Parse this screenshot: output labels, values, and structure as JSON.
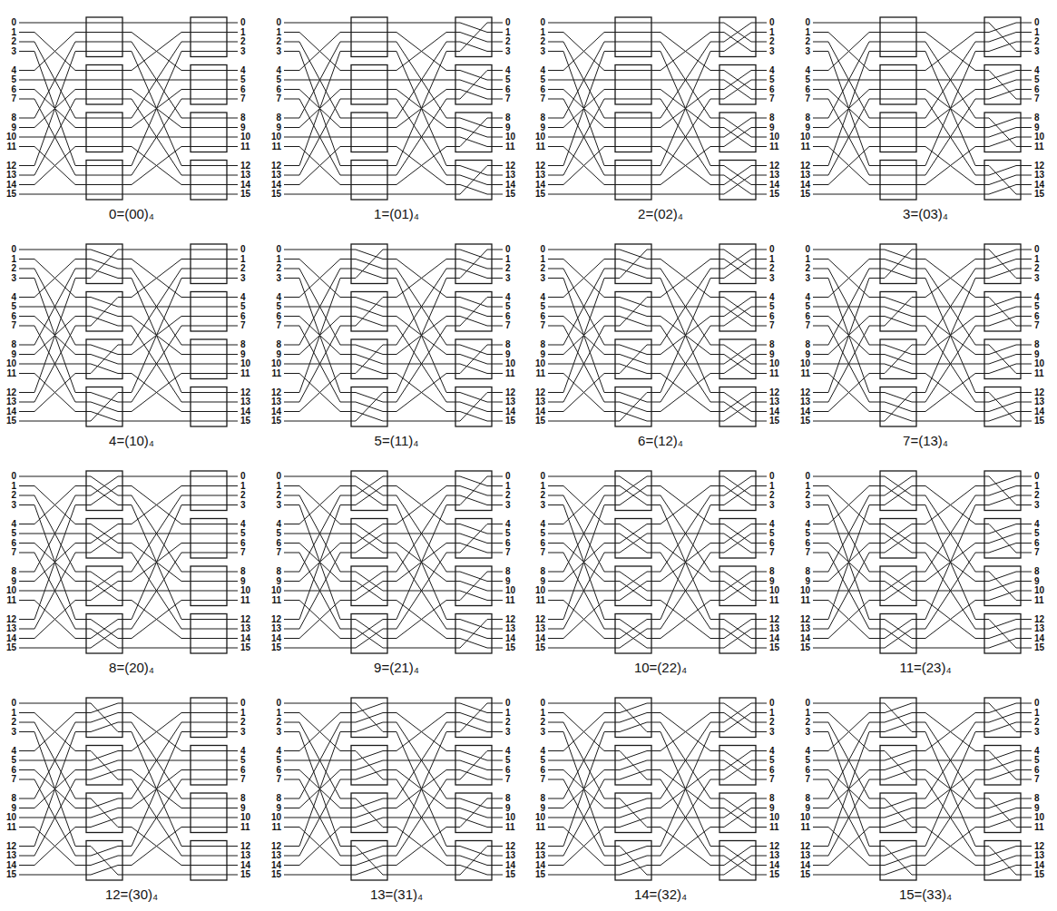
{
  "diagram": {
    "labels": [
      "0",
      "1",
      "2",
      "3",
      "4",
      "5",
      "6",
      "7",
      "8",
      "9",
      "10",
      "11",
      "12",
      "13",
      "14",
      "15",
      "0",
      "1",
      "2",
      "3",
      "4",
      "5",
      "6",
      "7",
      "8",
      "9",
      "10",
      "11",
      "12",
      "13",
      "14",
      "15",
      "0=(00)₄",
      "0",
      "1",
      "2",
      "3",
      "4",
      "5",
      "6",
      "7",
      "8",
      "9",
      "10",
      "11",
      "12",
      "13",
      "14",
      "15",
      "0",
      "1",
      "2",
      "3",
      "4",
      "5",
      "6",
      "7",
      "8",
      "9",
      "10",
      "11",
      "12",
      "13",
      "14",
      "15",
      "1=(01)₄",
      "0",
      "1",
      "2",
      "3",
      "4",
      "5",
      "6",
      "7",
      "8",
      "9",
      "10",
      "11",
      "12",
      "13",
      "14",
      "15",
      "0",
      "1",
      "2",
      "3",
      "4",
      "5",
      "6",
      "7",
      "8",
      "9",
      "10",
      "11",
      "12",
      "13",
      "14",
      "15",
      "2=(02)₄",
      "0",
      "1",
      "2",
      "3",
      "4",
      "5",
      "6",
      "7",
      "8",
      "9",
      "10",
      "11",
      "12",
      "13",
      "14",
      "15",
      "0",
      "1",
      "2",
      "3",
      "4",
      "5",
      "6",
      "7",
      "8",
      "9",
      "10",
      "11",
      "12",
      "13",
      "14",
      "15",
      "3=(03)₄",
      "0",
      "1",
      "2",
      "3",
      "4",
      "5",
      "6",
      "7",
      "8",
      "9",
      "10",
      "11",
      "12",
      "13",
      "14",
      "15",
      "0",
      "1",
      "2",
      "3",
      "4",
      "5",
      "6",
      "7",
      "8",
      "9",
      "10",
      "11",
      "12",
      "13",
      "14",
      "15",
      "4=(10)₄",
      "0",
      "1",
      "2",
      "3",
      "4",
      "5",
      "6",
      "7",
      "8",
      "9",
      "10",
      "11",
      "12",
      "13",
      "14",
      "15",
      "0",
      "1",
      "2",
      "3",
      "4",
      "5",
      "6",
      "7",
      "8",
      "9",
      "10",
      "11",
      "12",
      "13",
      "14",
      "15",
      "5=(11)₄",
      "0",
      "1",
      "2",
      "3",
      "4",
      "5",
      "6",
      "7",
      "8",
      "9",
      "10",
      "11",
      "12",
      "13",
      "14",
      "15",
      "0",
      "1",
      "2",
      "3",
      "4",
      "5",
      "6",
      "7",
      "8",
      "9",
      "10",
      "11",
      "12",
      "13",
      "14",
      "15",
      "6=(12)₄",
      "0",
      "1",
      "2",
      "3",
      "4",
      "5",
      "6",
      "7",
      "8",
      "9",
      "10",
      "11",
      "12",
      "13",
      "14",
      "15",
      "0",
      "1",
      "2",
      "3",
      "4",
      "5",
      "6",
      "7",
      "8",
      "9",
      "10",
      "11",
      "12",
      "13",
      "14",
      "15",
      "7=(13)₄",
      "0",
      "1",
      "2",
      "3",
      "4",
      "5",
      "6",
      "7",
      "8",
      "9",
      "10",
      "11",
      "12",
      "13",
      "14",
      "15",
      "0",
      "1",
      "2",
      "3",
      "4",
      "5",
      "6",
      "7",
      "8",
      "9",
      "10",
      "11",
      "12",
      "13",
      "14",
      "15",
      "8=(20)₄",
      "0",
      "1",
      "2",
      "3",
      "4",
      "5",
      "6",
      "7",
      "8",
      "9",
      "10",
      "11",
      "12",
      "13",
      "14",
      "15",
      "0",
      "1",
      "2",
      "3",
      "4",
      "5",
      "6",
      "7",
      "8",
      "9",
      "10",
      "11",
      "12",
      "13",
      "14",
      "15",
      "9=(21)₄",
      "0",
      "1",
      "2",
      "3",
      "4",
      "5",
      "6",
      "7",
      "8",
      "9",
      "10",
      "11",
      "12",
      "13",
      "14",
      "15",
      "0",
      "1",
      "2",
      "3",
      "4",
      "5",
      "6",
      "7",
      "8",
      "9",
      "10",
      "11",
      "12",
      "13",
      "14",
      "15",
      "10=(22)₄",
      "0",
      "1",
      "2",
      "3",
      "4",
      "5",
      "6",
      "7",
      "8",
      "9",
      "10",
      "11",
      "12",
      "13",
      "14",
      "15",
      "0",
      "1",
      "2",
      "3",
      "4",
      "5",
      "6",
      "7",
      "8",
      "9",
      "10",
      "11",
      "12",
      "13",
      "14",
      "15",
      "11=(23)₄",
      "0",
      "1",
      "2",
      "3",
      "4",
      "5",
      "6",
      "7",
      "8",
      "9",
      "10",
      "11",
      "12",
      "13",
      "14",
      "15",
      "0",
      "1",
      "2",
      "3",
      "4",
      "5",
      "6",
      "7",
      "8",
      "9",
      "10",
      "11",
      "12",
      "13",
      "14",
      "15",
      "12=(30)₄",
      "0",
      "1",
      "2",
      "3",
      "4",
      "5",
      "6",
      "7",
      "8",
      "9",
      "10",
      "11",
      "12",
      "13",
      "14",
      "15",
      "0",
      "1",
      "2",
      "3",
      "4",
      "5",
      "6",
      "7",
      "8",
      "9",
      "10",
      "11",
      "12",
      "13",
      "14",
      "15",
      "13=(31)₄",
      "0",
      "1",
      "2",
      "3",
      "4",
      "5",
      "6",
      "7",
      "8",
      "9",
      "10",
      "11",
      "12",
      "13",
      "14",
      "15",
      "0",
      "1",
      "2",
      "3",
      "4",
      "5",
      "6",
      "7",
      "8",
      "9",
      "10",
      "11",
      "12",
      "13",
      "14",
      "15",
      "14=(32)₄",
      "0",
      "1",
      "2",
      "3",
      "4",
      "5",
      "6",
      "7",
      "8",
      "9",
      "10",
      "11",
      "12",
      "13",
      "14",
      "15",
      "0",
      "1",
      "2",
      "3",
      "4",
      "5",
      "6",
      "7",
      "8",
      "9",
      "10",
      "11",
      "12",
      "13",
      "14",
      "15",
      "15=(33)₄"
    ]
  }
}
